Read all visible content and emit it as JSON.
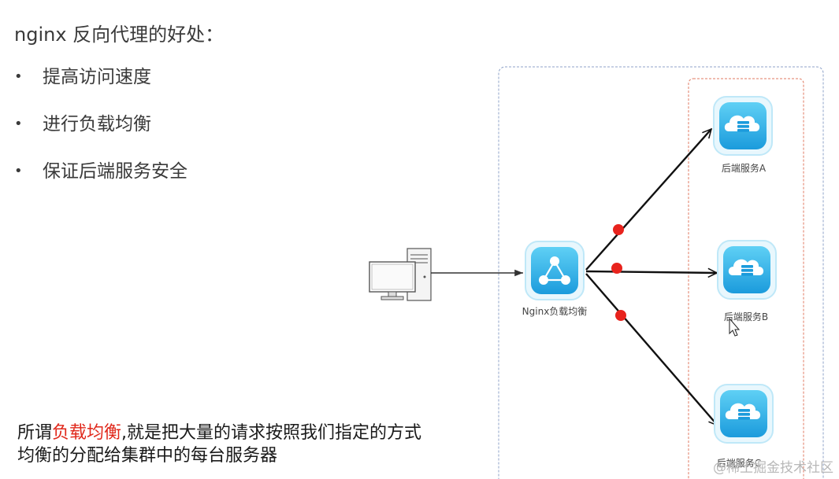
{
  "title": "nginx 反向代理的好处：",
  "bullets": [
    {
      "label": "提高访问速度"
    },
    {
      "label": "进行负载均衡"
    },
    {
      "label": "保证后端服务安全"
    }
  ],
  "description": {
    "prefix": "所谓",
    "highlight": "负载均衡",
    "suffix": ",就是把大量的请求按照我们指定的方式均衡的分配给集群中的每台服务器",
    "highlight_color": "#e0271a"
  },
  "diagram": {
    "nginx_label": "Nginx负载均衡",
    "servers": [
      {
        "label": "后端服务A"
      },
      {
        "label": "后端服务B"
      },
      {
        "label": "后端服务C"
      }
    ],
    "colors": {
      "icon_gradient_top": "#5fd0f5",
      "icon_gradient_bottom": "#1b9bdc",
      "request_dot": "#e8231d",
      "outer_border": "#8fa3c8",
      "server_group_border": "#e07a60"
    }
  },
  "watermark": "@稀土掘金技术社区"
}
